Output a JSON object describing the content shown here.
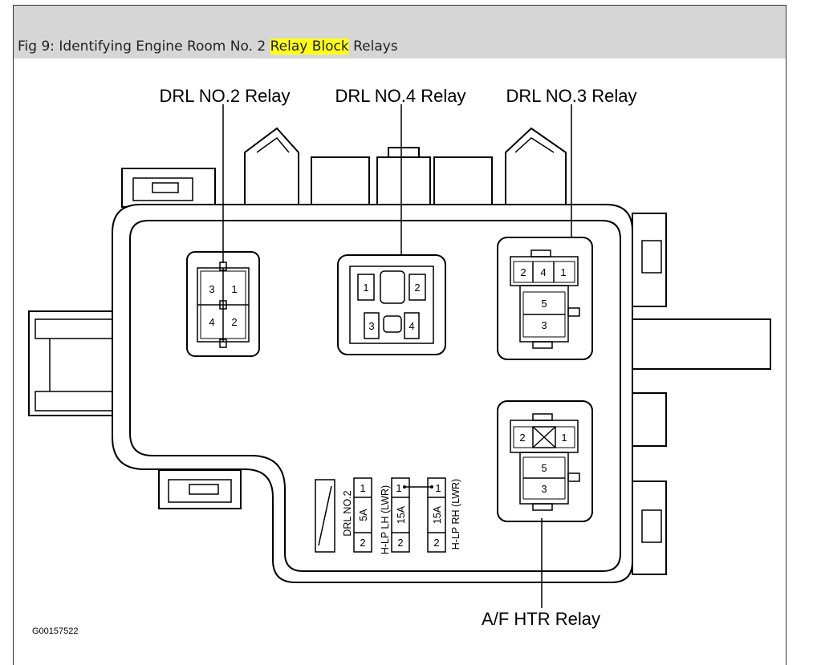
{
  "caption": {
    "prefix": "Fig 9: Identifying Engine Room No. 2 ",
    "highlight": "Relay Block",
    "suffix": " Relays",
    "highlight_color": "#ffff1a"
  },
  "callouts": {
    "drl2": "DRL NO.2 Relay",
    "drl4": "DRL NO.4 Relay",
    "drl3": "DRL NO.3 Relay",
    "afhtr": "A/F HTR Relay"
  },
  "relays": {
    "drl2": {
      "pins": [
        "3",
        "1",
        "4",
        "2"
      ]
    },
    "drl4": {
      "pins": [
        "1",
        "2",
        "3",
        "4"
      ]
    },
    "drl3": {
      "pins": [
        "2",
        "4",
        "1",
        "5",
        "3"
      ]
    },
    "afhtr": {
      "pins": [
        "2",
        "1",
        "5",
        "3"
      ]
    }
  },
  "fuses": [
    {
      "name": "DRL NO.2",
      "rating": "5A",
      "pin_top": "1",
      "pin_bottom": "2"
    },
    {
      "name": "H-LP LH (LWR)",
      "rating": "15A",
      "pin_top": "1",
      "pin_bottom": "2"
    },
    {
      "name": "H-LP RH (LWR)",
      "rating": "15A",
      "pin_top": "1",
      "pin_bottom": "2"
    }
  ],
  "figure_code": "G00157522"
}
